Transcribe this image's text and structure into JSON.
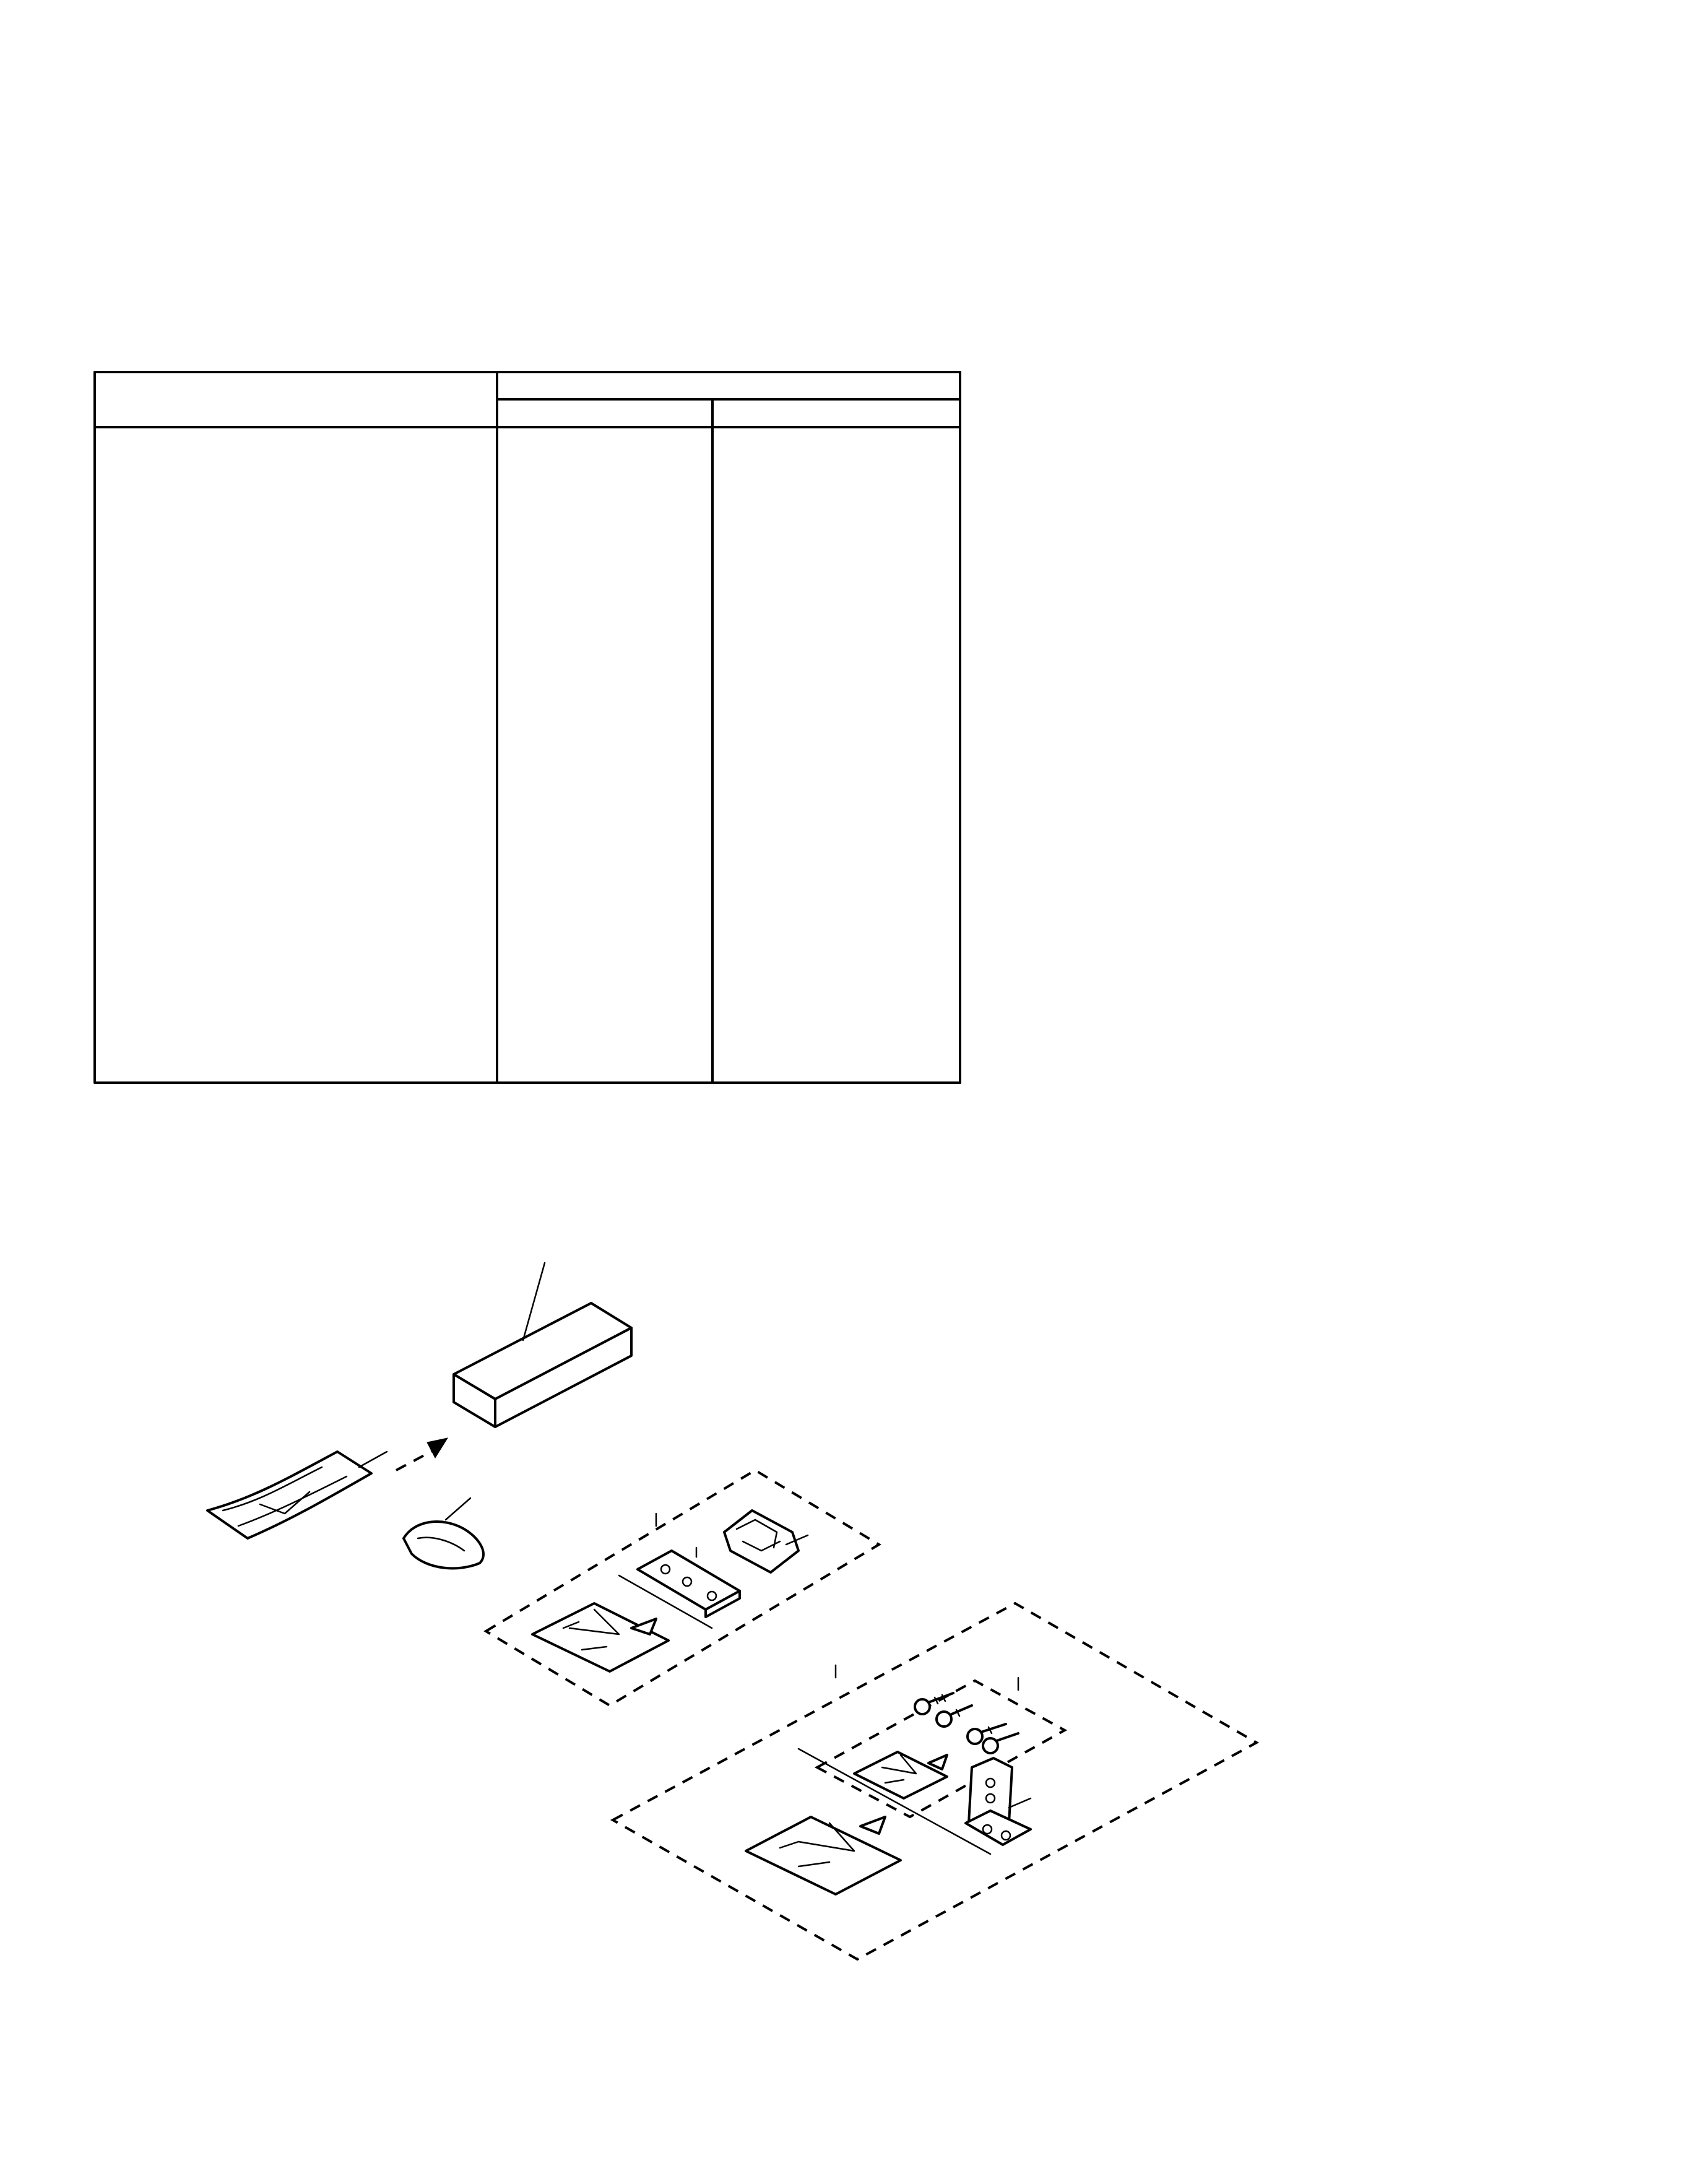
{
  "document": {
    "type": "service-manual-page",
    "sections": [
      "parts-table",
      "packing-diagram"
    ]
  },
  "parts_table": {
    "columns": 3,
    "sub_columns": 2,
    "rows": []
  },
  "packing_diagram": {
    "items": [
      "packing-box",
      "wrapped-unit",
      "small-bag",
      "mounting-plate",
      "bracket-clip",
      "parts-bag",
      "screws",
      "small-parts-bag",
      "l-bracket",
      "large-parts-bag"
    ]
  }
}
